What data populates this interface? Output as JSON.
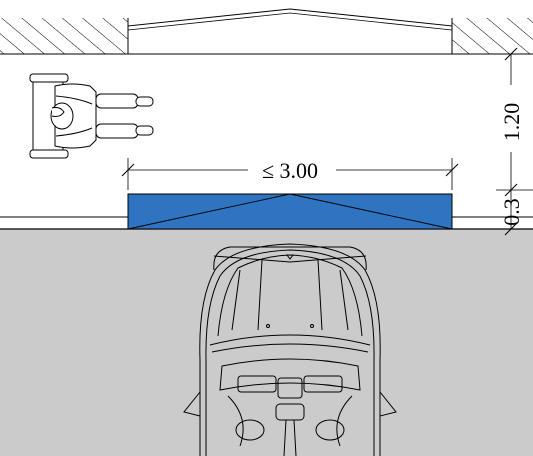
{
  "drawing": {
    "ramp_length_label": "≤ 3.00",
    "clearance_label": "1.20",
    "curb_label": "0.3",
    "ramp_color": "#2f74c0",
    "road_color": "#cbcbcb",
    "hatch_color": "#000000",
    "symbols": [
      "wheelchair-user-icon",
      "car-icon"
    ]
  }
}
